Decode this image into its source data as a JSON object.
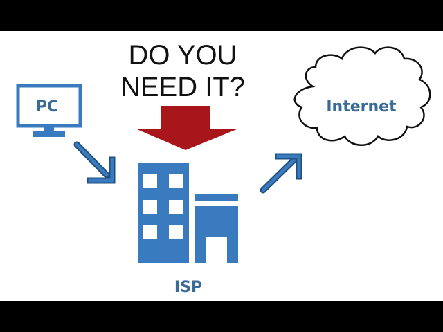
{
  "headline": {
    "line1": "DO YOU",
    "line2": "NEED IT?"
  },
  "nodes": {
    "pc": {
      "label": "PC",
      "icon": "monitor-icon"
    },
    "isp": {
      "label": "ISP",
      "icon": "building-icon"
    },
    "internet": {
      "label": "Internet",
      "icon": "cloud-icon"
    }
  },
  "colors": {
    "accent": "#3a7bbf",
    "label": "#3a6a96",
    "alert_arrow": "#a8161c",
    "background": "#ffffff",
    "letterbox": "#000000"
  }
}
